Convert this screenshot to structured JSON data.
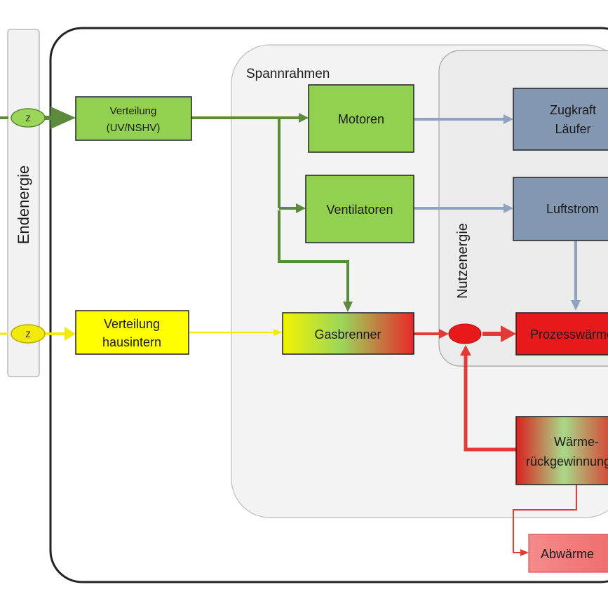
{
  "sidebar": {
    "label": "Endenergie"
  },
  "regions": {
    "spannrahmen": "Spannrahmen",
    "nutzenergie": "Nutzenergie"
  },
  "meters": {
    "top": "Z",
    "bottom": "Z"
  },
  "nodes": {
    "verteilung_uv": {
      "line1": "Verteilung",
      "line2": "(UV/NSHV)"
    },
    "motoren": {
      "label": "Motoren"
    },
    "ventilatoren": {
      "label": "Ventilatoren"
    },
    "zugkraft": {
      "line1": "Zugkraft",
      "line2": "Läufer"
    },
    "luftstrom": {
      "label": "Luftstrom"
    },
    "verteilung_haus": {
      "line1": "Verteilung",
      "line2": "hausintern"
    },
    "gasbrenner": {
      "label": "Gasbrenner"
    },
    "prozesswaerme": {
      "label": "Prozesswärme"
    },
    "waermerueck": {
      "line1": "Wärme-",
      "line2": "rückgewinnung"
    },
    "abwaerme": {
      "label": "Abwärme"
    }
  },
  "colors": {
    "electric_green": "#5a8a3a",
    "electric_fill": "#92d050",
    "gas_yellow": "#ffff00",
    "heat_red": "#e53935",
    "useful_blue": "#8497b0",
    "useful_fill": "#8497b0"
  }
}
